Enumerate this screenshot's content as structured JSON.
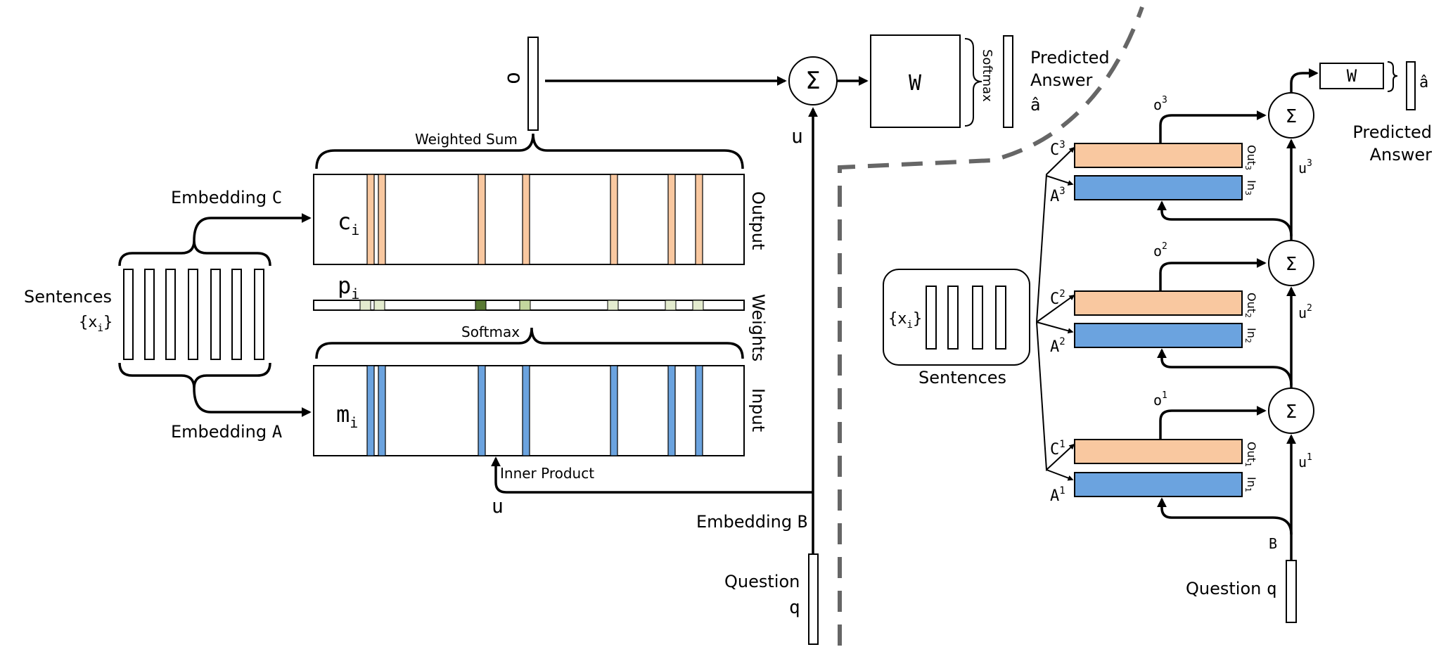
{
  "colors": {
    "output_bar": "#f9c8a0",
    "input_bar": "#6ba3df",
    "weight_light": "#e4eccf",
    "weight_mid": "#c3d69e",
    "weight_dark": "#5a7a34",
    "divider": "#666666"
  },
  "left": {
    "sentences_label": "Sentences",
    "sentences_math": "{x",
    "sentences_sub": "i",
    "sentences_math_close": "}",
    "embedding_c_text": "Embedding ",
    "embedding_c_var": "C",
    "embedding_a_text": "Embedding ",
    "embedding_a_var": "A",
    "c_i_main": "c",
    "c_i_sub": "i",
    "p_i_main": "p",
    "p_i_sub": "i",
    "m_i_main": "m",
    "m_i_sub": "i",
    "weighted_sum": "Weighted Sum",
    "softmax_mid": "Softmax",
    "output_label": "Output",
    "weights_label": "Weights",
    "input_label": "Input",
    "inner_product": "Inner Product",
    "u_bottom": "u",
    "u_vertical": "u",
    "o_label": "o",
    "sigma": "Σ",
    "w_label": "W",
    "softmax_right": "Softmax",
    "predicted": "Predicted",
    "answer": "Answer",
    "a_hat": "â",
    "embedding_b_text": "Embedding ",
    "embedding_b_var": "B",
    "question": "Question",
    "q": "q"
  },
  "right": {
    "sentences_math": "{x",
    "sentences_sub": "i",
    "sentences_math_close": "}",
    "sentences_label": "Sentences",
    "sigma": "Σ",
    "w_label": "W",
    "a_hat": "â",
    "predicted": "Predicted",
    "answer": "Answer",
    "b_label": "B",
    "question_text": "Question ",
    "question_var": "q",
    "hops": [
      {
        "c": "C",
        "a": "A",
        "o": "o",
        "u": "u",
        "sup": "1",
        "out": "Out",
        "in": "In",
        "sub": "1"
      },
      {
        "c": "C",
        "a": "A",
        "o": "o",
        "u": "u",
        "sup": "2",
        "out": "Out",
        "in": "In",
        "sub": "2"
      },
      {
        "c": "C",
        "a": "A",
        "o": "o",
        "u": "u",
        "sup": "3",
        "out": "Out",
        "in": "In",
        "sub": "3"
      }
    ]
  }
}
